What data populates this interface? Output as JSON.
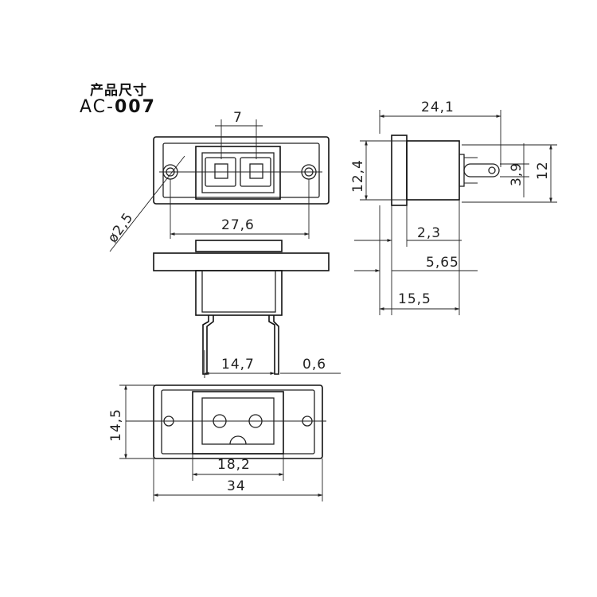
{
  "title": {
    "cn": "产品尺寸",
    "model_prefix": "AC-",
    "model_number": "007"
  },
  "dimensions": {
    "front_pitch": "7",
    "front_width": "27,6",
    "hole_diameter": "ø2,5",
    "side_length": "24,1",
    "side_height_left": "12,4",
    "side_pin_height": "3,9",
    "side_height_right": "12",
    "side_flange": "2,3",
    "side_offset": "5,65",
    "side_depth": "15,5",
    "pin_span": "14,7",
    "pin_thickness": "0,6",
    "bottom_height": "14,5",
    "bottom_cutout": "18,2",
    "bottom_width": "34"
  },
  "colors": {
    "line": "#222222",
    "background": "#ffffff"
  }
}
